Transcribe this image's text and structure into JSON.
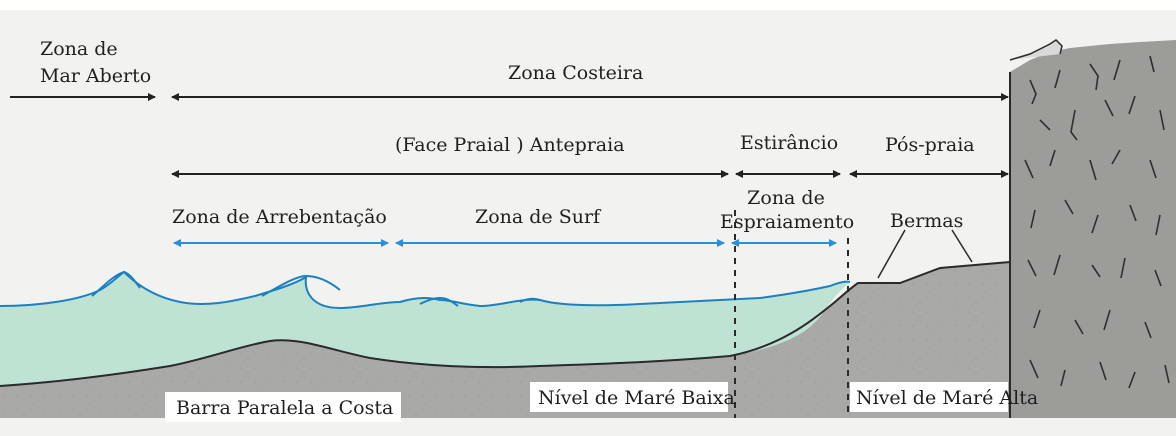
{
  "labels": {
    "open_sea_zone": "Zona de\nMar Aberto",
    "coastal_zone": "Zona Costeira",
    "shoreface": "(Face Praial ) Antepraia",
    "foreshore": "Estirâncio",
    "backshore": "Pós-praia",
    "breaker_zone": "Zona de Arrebentação",
    "surf_zone": "Zona de Surf",
    "swash_zone": "Zona de\nEspraiamento",
    "berms": "Bermas",
    "longshore_bar": "Barra Paralela a Costa",
    "low_tide_level": "Nível de Maré Baixa",
    "high_tide_level": "Nível de Maré Alta"
  },
  "colors": {
    "background": "#ffffff",
    "page_tint": "#efefee",
    "water": "#bfe3d3",
    "water_edge": "#1d80c2",
    "sand": "#a9a9a7",
    "cliff": "#9c9c99",
    "arrow_black": "#222222",
    "arrow_blue": "#2a8fd6"
  }
}
